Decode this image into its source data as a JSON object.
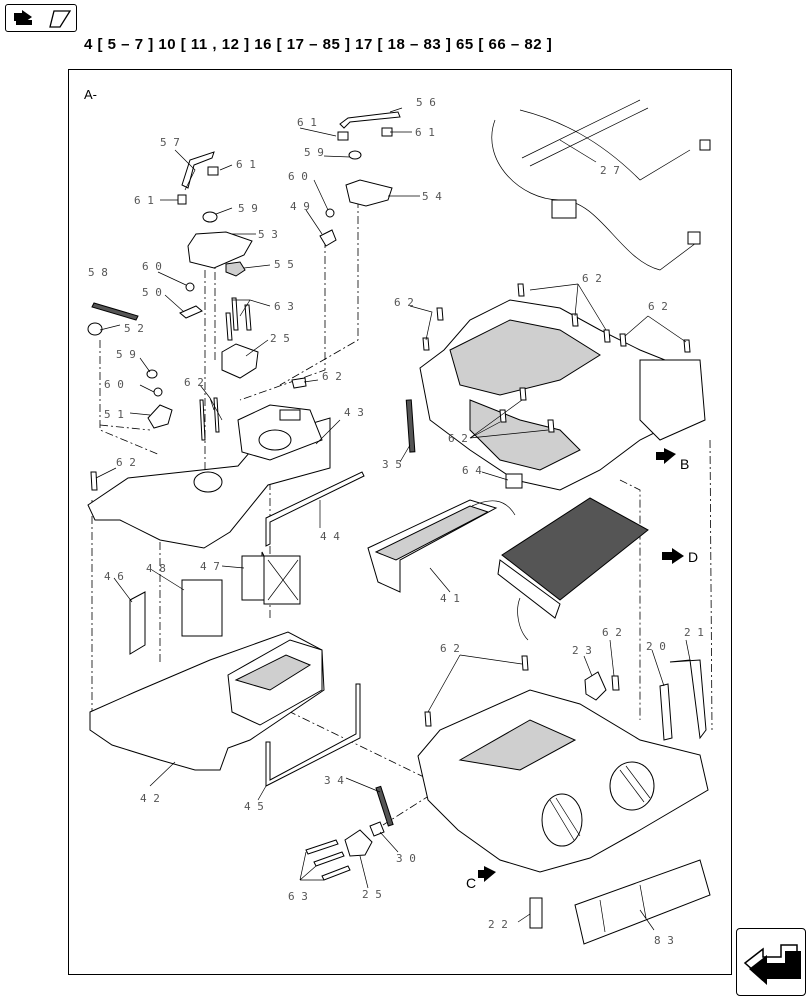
{
  "reference_line": "4 [ 5 – 7 ]   10 [ 11 , 12 ]   16 [ 17 – 85 ]   17 [ 18 – 83 ]   65 [ 66 – 82 ]",
  "frame_label": "A-",
  "view_labels": {
    "b": "B",
    "c": "C",
    "d": "D"
  },
  "callouts": {
    "c56": "5 6",
    "c61a": "6 1",
    "c61b": "6 1",
    "c59a": "5 9",
    "c60a": "6 0",
    "c49": "4 9",
    "c54": "5 4",
    "c57": "5 7",
    "c61c": "6 1",
    "c61d": "6 1",
    "c59b": "5 9",
    "c53": "5 3",
    "c58": "5 8",
    "c60b": "6 0",
    "c50": "5 0",
    "c55": "5 5",
    "c63a": "6 3",
    "c52": "5 2",
    "c25a": "2 5",
    "c59c": "5 9",
    "c60c": "6 0",
    "c62a": "6 2",
    "c62b": "6 2",
    "c51": "5 1",
    "c43": "4 3",
    "c62c": "6 2",
    "c27": "2 7",
    "c62d": "6 2",
    "c62e": "6 2",
    "c62f": "6 2",
    "c35": "3 5",
    "c62g": "6 2",
    "c64": "6 4",
    "c44": "4 4",
    "c47": "4 7",
    "c48": "4 8",
    "c46": "4 6",
    "c41": "4 1",
    "c62h": "6 2",
    "c23": "2 3",
    "c62i": "6 2",
    "c20": "2 0",
    "c21": "2 1",
    "c42": "4 2",
    "c45": "4 5",
    "c34": "3 4",
    "c30": "3 0",
    "c63b": "6 3",
    "c25b": "2 5",
    "c22": "2 2",
    "c83": "8 3"
  }
}
